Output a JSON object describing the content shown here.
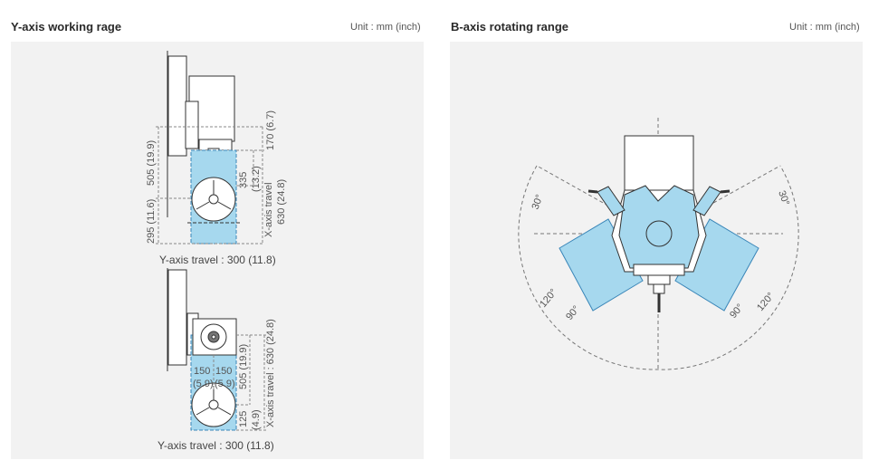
{
  "left": {
    "title": "Y-axis working rage",
    "unit": "Unit : mm (inch)",
    "top_view": {
      "dim_505": "505 (19.9)",
      "dim_295": "295 (11.6)",
      "dim_170": "170 (6.7)",
      "dim_335": "335",
      "dim_132": "(13.2)",
      "x_travel_1": "X-axis travel",
      "x_travel_2": "630 (24.8)",
      "y_travel": "Y-axis travel : 300 (11.8)"
    },
    "bottom_view": {
      "dim_150a": "150",
      "dim_150b": "150",
      "dim_59a": "(5.9)",
      "dim_59b": "(5.9)",
      "dim_505": "505 (19.9)",
      "dim_125": "125",
      "dim_49": "(4.9)",
      "x_travel": "X-axis travel : 630 (24.8)",
      "y_travel": "Y-axis travel : 300 (11.8)"
    }
  },
  "right": {
    "title": "B-axis rotating range",
    "unit": "Unit : mm (inch)",
    "angles": {
      "left_30": "30°",
      "right_30": "30°",
      "left_120": "120°",
      "left_90": "90°",
      "right_90": "90°",
      "right_120": "120°"
    }
  },
  "colors": {
    "work_zone": "#a6d8ee",
    "zone_stroke": "#3a86b8",
    "panel_bg": "#f2f2f2",
    "line": "#333333"
  }
}
